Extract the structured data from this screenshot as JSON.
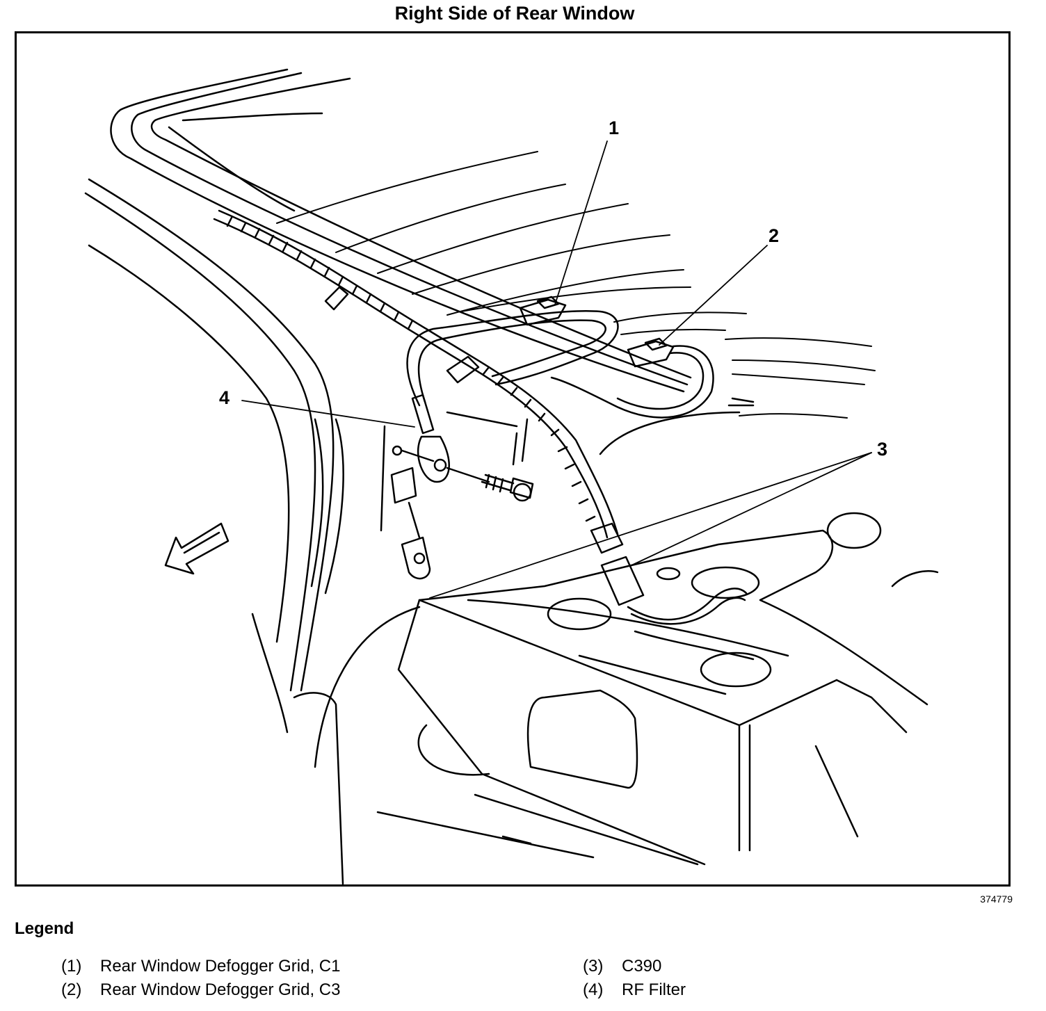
{
  "title": "Right Side of Rear Window",
  "figure_id": "374779",
  "callouts": [
    "1",
    "2",
    "3",
    "4"
  ],
  "legend": {
    "heading": "Legend",
    "items": [
      {
        "num": "(1)",
        "text": "Rear Window Defogger Grid, C1"
      },
      {
        "num": "(2)",
        "text": "Rear Window Defogger Grid, C3"
      },
      {
        "num": "(3)",
        "text": "C390"
      },
      {
        "num": "(4)",
        "text": "RF Filter"
      }
    ]
  },
  "colors": {
    "line": "#000000",
    "background": "#ffffff"
  },
  "icons": [
    "front-direction-arrow-icon"
  ]
}
